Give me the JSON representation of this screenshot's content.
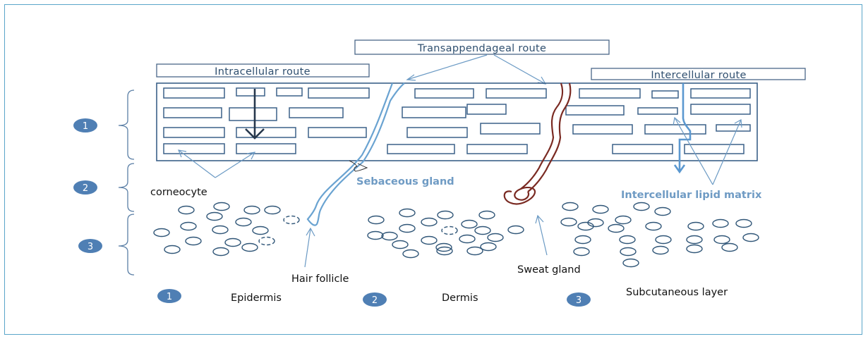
{
  "route_labels": {
    "transappendageal": "Transappendageal  route",
    "intracellular": "Intracellular route",
    "intercellular": "Intercellular route"
  },
  "structure_labels": {
    "corneocyte": "corneocyte",
    "sebaceous_gland": "Sebaceous gland",
    "lipid_matrix": "Intercellular lipid matrix",
    "hair_follicle": "Hair follicle",
    "sweat_gland": "Sweat gland"
  },
  "layer_markers": [
    "1",
    "2",
    "3"
  ],
  "legend": [
    {
      "number": "1",
      "label": "Epidermis"
    },
    {
      "number": "2",
      "label": "Dermis"
    },
    {
      "number": "3",
      "label": "Subcutaneous layer"
    }
  ],
  "colors": {
    "box_stroke": "#3b6088",
    "hair_follicle": "#6aa3d1",
    "sweat_gland": "#7a2a22",
    "lipid_path": "#5b98d0",
    "marker_fill": "#4f7fb4"
  }
}
